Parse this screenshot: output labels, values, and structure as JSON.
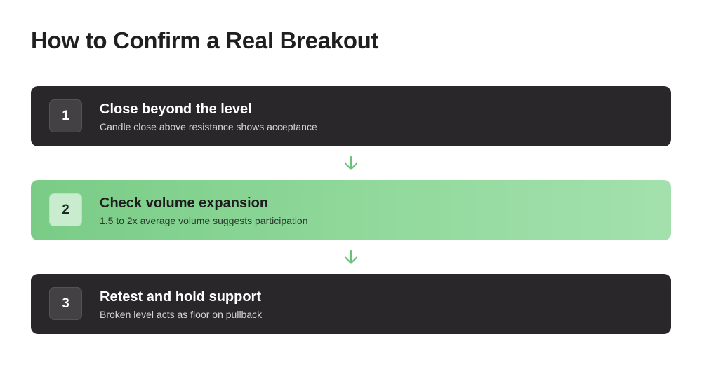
{
  "title": "How to Confirm a Real Breakout",
  "colors": {
    "dark_card": "#29272a",
    "accent_green": "#79cc86",
    "arrow": "#6cc17a"
  },
  "steps": [
    {
      "number": "1",
      "title": "Close beyond the level",
      "description": "Candle close above resistance shows acceptance"
    },
    {
      "number": "2",
      "title": "Check volume expansion",
      "description": "1.5 to 2x average volume suggests participation"
    },
    {
      "number": "3",
      "title": "Retest and hold support",
      "description": "Broken level acts as floor on pullback"
    }
  ],
  "connectors": [
    {
      "icon": "arrow-down-icon"
    },
    {
      "icon": "arrow-down-icon"
    }
  ]
}
